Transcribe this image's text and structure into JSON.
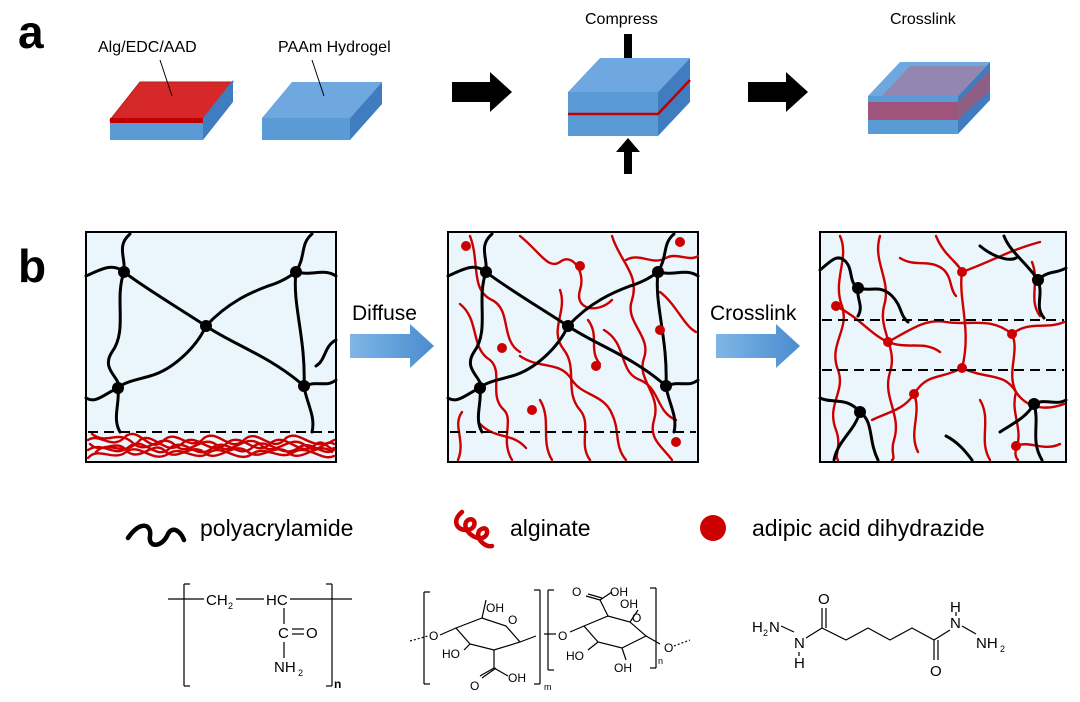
{
  "panel_a": {
    "letter": "a",
    "label_alg": "Alg/EDC/AAD",
    "label_paam": "PAAm Hydrogel",
    "label_compress": "Compress",
    "label_crosslink": "Crosslink"
  },
  "panel_b": {
    "letter": "b",
    "label_diffuse": "Diffuse",
    "label_crosslink": "Crosslink"
  },
  "legend": {
    "polyacrylamide": "polyacrylamide",
    "alginate": "alginate",
    "aad": "adipic acid dihydrazide"
  },
  "structures": {
    "paam": {
      "ch2": "CH",
      "ch2_sub": "2",
      "hc": "HC",
      "c": "C",
      "o": "O",
      "nh2": "NH",
      "nh2_sub": "2",
      "n": "n"
    },
    "alginate": {
      "oh": "OH",
      "o": "O",
      "ho": "HO",
      "m": "m",
      "n": "n"
    },
    "aad": {
      "h2n": "H",
      "h2n_sub": "2",
      "n": "N",
      "h": "H",
      "o": "O",
      "nh2": "NH",
      "nh2_sub": "2"
    }
  },
  "colors": {
    "gel_top": "#6fa8e0",
    "gel_side": "#4a86c8",
    "gel_front": "#5b9bd5",
    "alg_red": "#d62828",
    "network_bg": "#eaf6fb",
    "arrow_blue": "#5b9bd5"
  }
}
